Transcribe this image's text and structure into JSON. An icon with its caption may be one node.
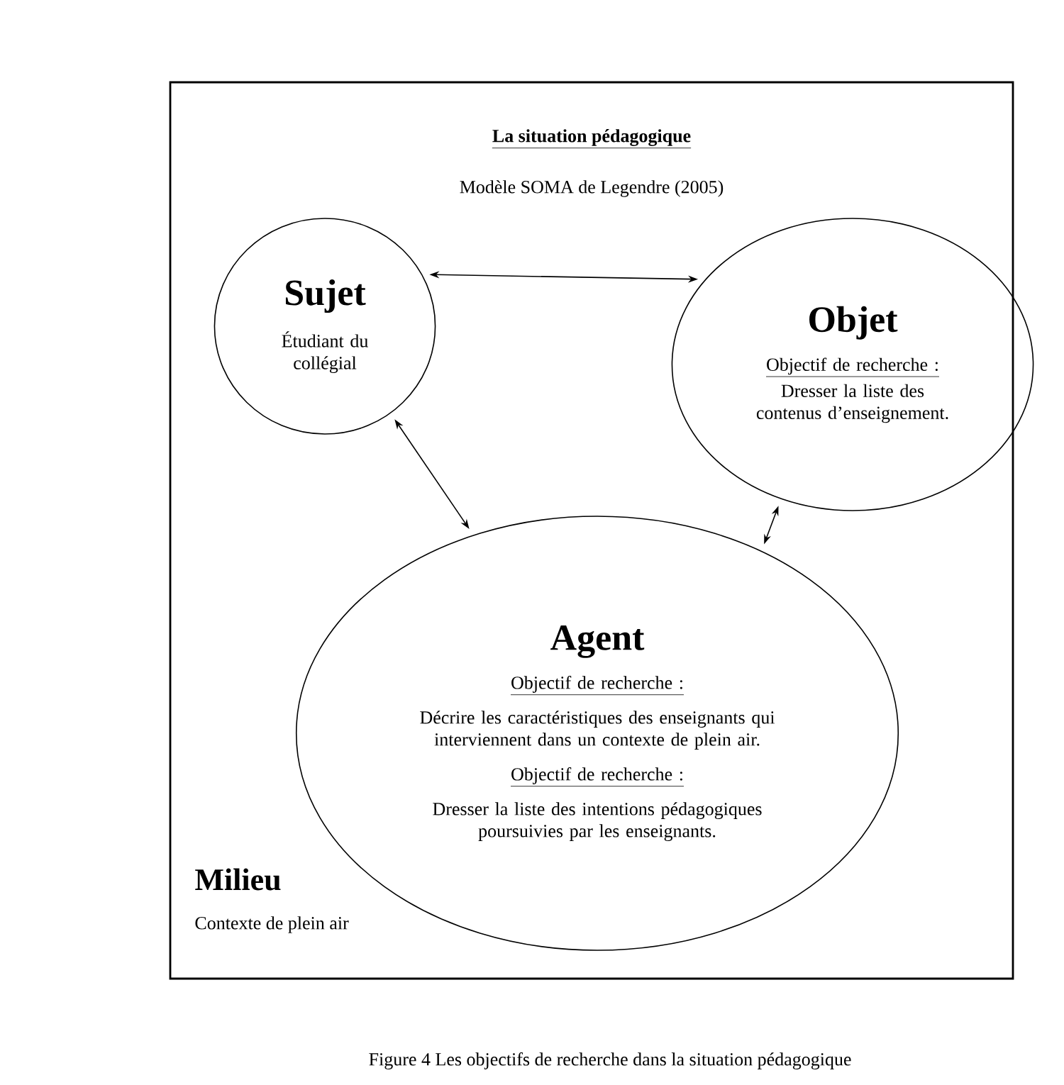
{
  "diagram": {
    "title": "La situation pédagogique",
    "caption": "Figure 4  Les objectifs de recherche dans la situation pédagogique",
    "nodes": [
      {
        "text": [
          "Milieu",
          "Contexte de plein air"
        ]
      },
      {
        "text": [
          "Sujet",
          "Étudiant du collégial"
        ],
        "in": 0
      },
      {
        "text": [
          "Objet",
          "Objectif de recherche :",
          "Dresser la liste des contenus d’enseignement."
        ],
        "in": 0
      },
      {
        "text": [
          "Agent",
          "Objectif de recherche :",
          "Décrire les caractéristiques des enseignants qui interviennent dans un contexte de plein air.",
          "Objectif de recherche :",
          "Dresser la liste des intentions pédagogiques poursuivies par les enseignants."
        ],
        "in": 0
      }
    ],
    "edges": [
      {
        "from": 1,
        "to": 2,
        "arrow": "both"
      },
      {
        "from": 1,
        "to": 3,
        "arrow": "both"
      },
      {
        "from": 2,
        "to": 3,
        "arrow": "both"
      }
    ],
    "labels": [
      "Modèle SOMA de Legendre (2005)"
    ]
  }
}
